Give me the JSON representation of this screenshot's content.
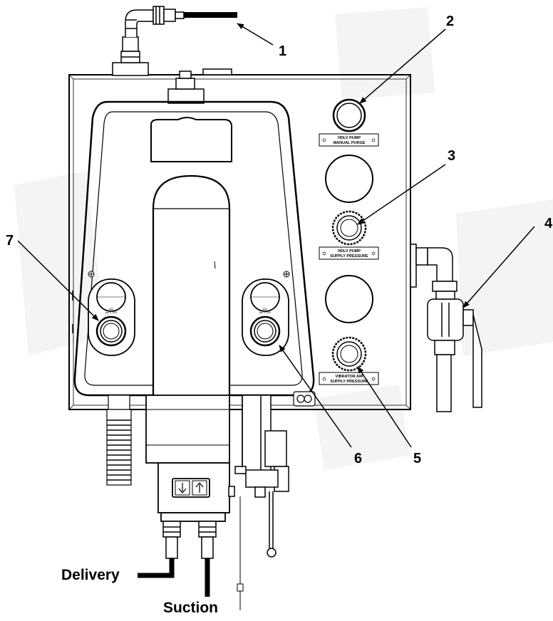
{
  "callouts": [
    "1",
    "2",
    "3",
    "4",
    "5",
    "6",
    "7"
  ],
  "plates": {
    "manual_purge": [
      "HDLV PUMP",
      "MANUAL PURGE"
    ],
    "supply_pressure": [
      "HDLV PUMP",
      "SUPPLY PRESSURE"
    ],
    "vibrator_air": [
      "VIBRATOR AIR",
      "SUPPLY PRESSURE"
    ]
  },
  "gauge_units": {
    "unit": "bar",
    "scale": "psi x 100"
  },
  "flow_labels": {
    "delivery": "Delivery",
    "suction": "Suction"
  },
  "colors": {
    "line": "#000000",
    "background": "#ffffff",
    "watermark": "#f2f2f2"
  }
}
